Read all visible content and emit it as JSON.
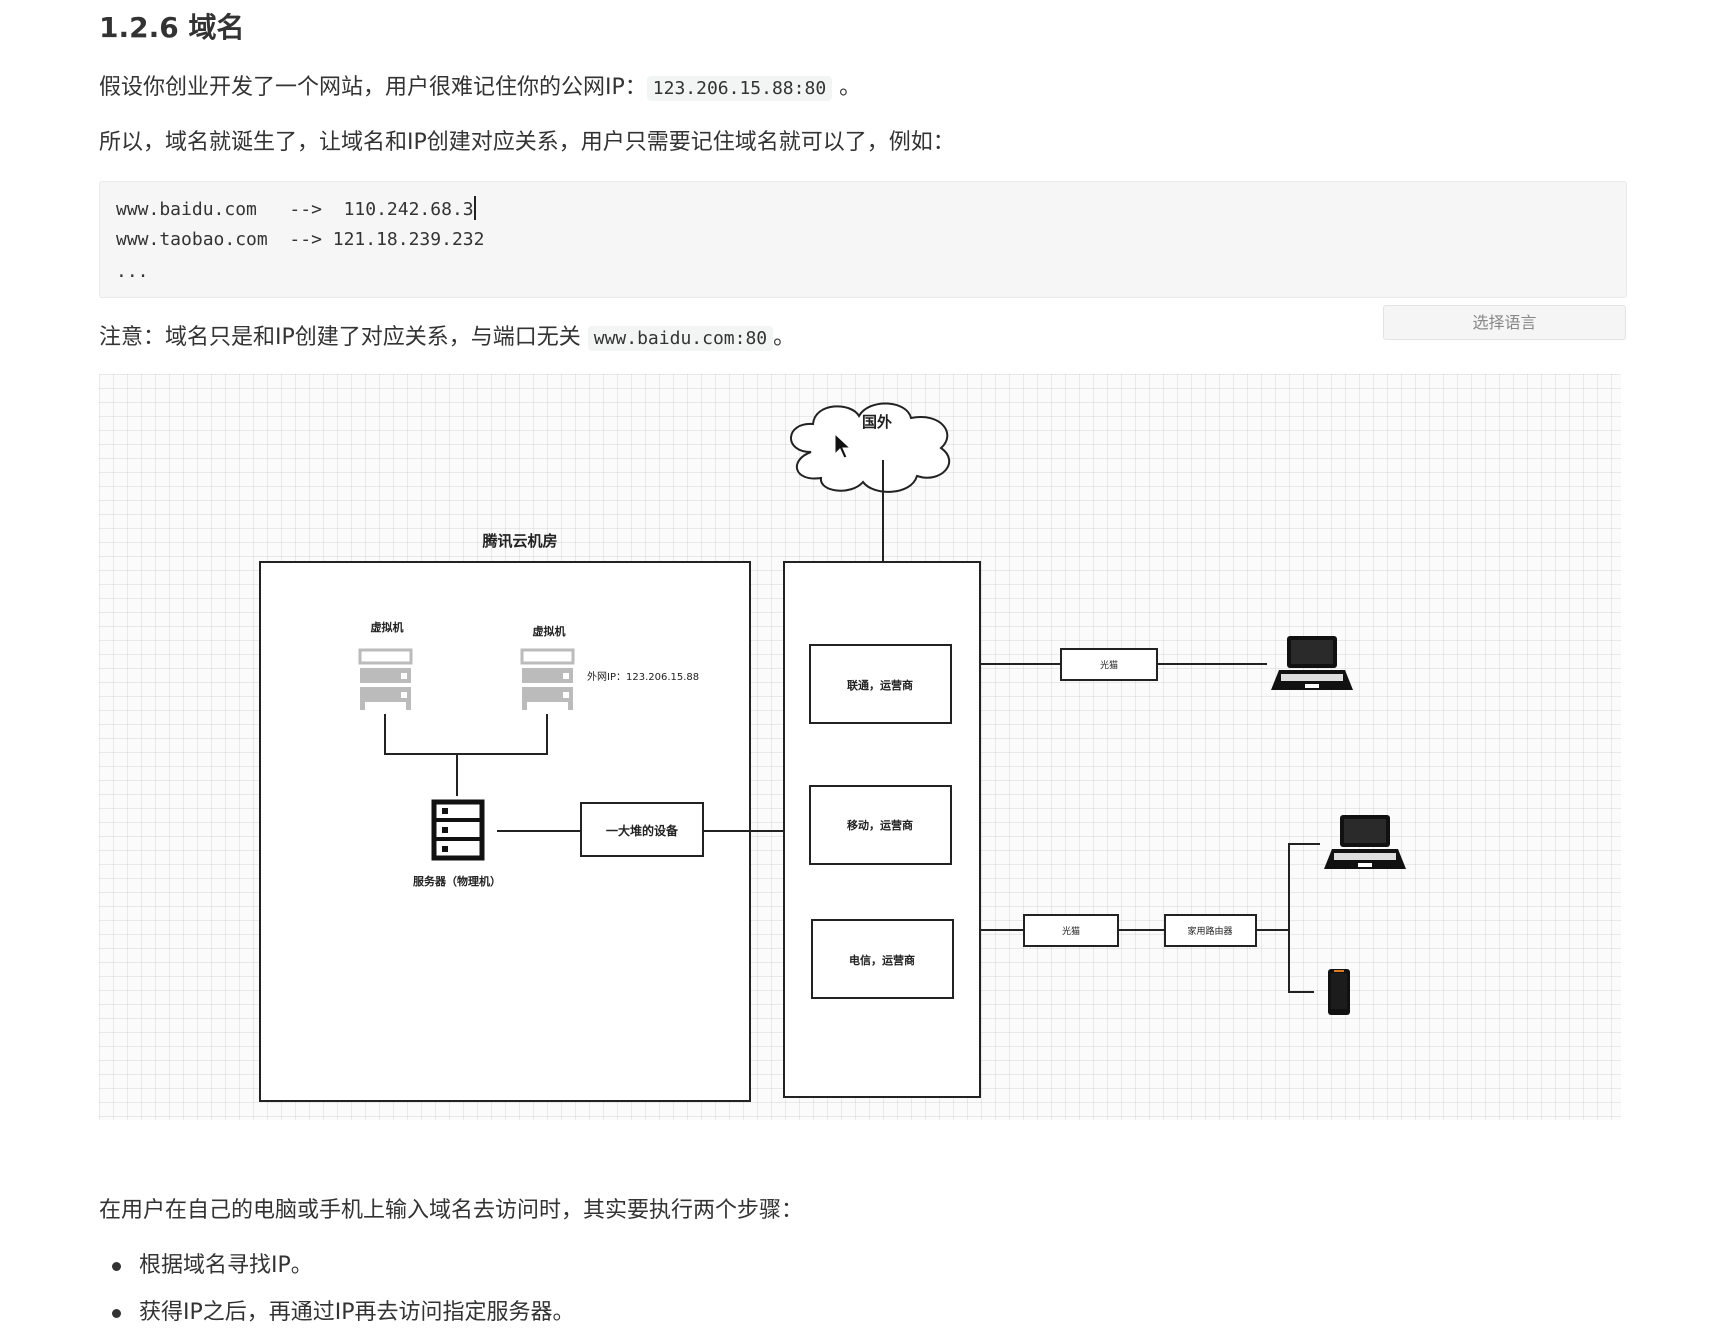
{
  "heading": "1.2.6 域名",
  "para1": {
    "text": "假设你创业开发了一个网站，用户很难记住你的公网IP：",
    "code": "123.206.15.88:80",
    "suffix": " 。"
  },
  "para2": "所以，域名就诞生了，让域名和IP创建对应关系，用户只需要记住域名就可以了，例如：",
  "codeblock": {
    "lines": [
      "www.baidu.com   -->  110.242.68.3",
      "www.taobao.com  --> 121.18.239.232",
      "..."
    ]
  },
  "lang_button": "选择语言",
  "para3": {
    "text": "注意：域名只是和IP创建了对应关系，与端口无关 ",
    "code": "www.baidu.com:80",
    "suffix": "。"
  },
  "diagram": {
    "cloud": "国外",
    "room_title": "腾讯云机房",
    "vm1": "虚拟机",
    "vm2": "虚拟机",
    "public_ip": "外网IP：123.206.15.88",
    "server": "服务器（物理机）",
    "device": "一大堆的设备",
    "isp1": "联通，运营商",
    "isp2": "移动，运营商",
    "isp3": "电信，运营商",
    "modem1": "光猫",
    "modem2": "光猫",
    "router": "家用路由器"
  },
  "para4": "在用户在自己的电脑或手机上输入域名去访问时，其实要执行两个步骤：",
  "bullets": [
    "根据域名寻找IP。",
    "获得IP之后，再通过IP再去访问指定服务器。"
  ]
}
